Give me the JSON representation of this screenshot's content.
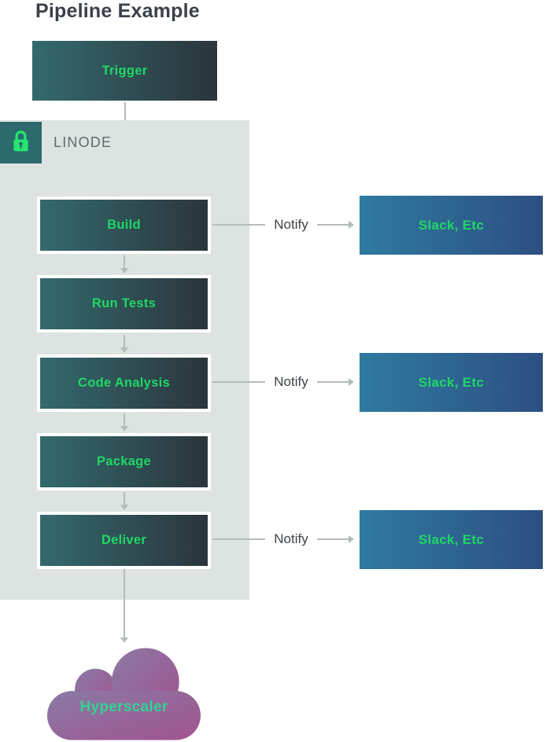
{
  "title": "Pipeline Example",
  "trigger": {
    "label": "Trigger"
  },
  "linode_panel": {
    "label": "LINODE",
    "icon": "lock-icon"
  },
  "stages": [
    {
      "label": "Build"
    },
    {
      "label": "Run Tests"
    },
    {
      "label": "Code Analysis"
    },
    {
      "label": "Package"
    },
    {
      "label": "Deliver"
    }
  ],
  "notify_rows": [
    {
      "label": "Notify",
      "target": "Slack, Etc"
    },
    {
      "label": "Notify",
      "target": "Slack, Etc"
    },
    {
      "label": "Notify",
      "target": "Slack, Etc"
    }
  ],
  "cloud": {
    "label": "Hyperscaler"
  },
  "colors": {
    "title_text": "#3a414a",
    "stage_gradient_start": "#336a6e",
    "stage_gradient_end": "#2b353c",
    "stage_label_green": "#1fd765",
    "slack_gradient_start": "#2f7aa0",
    "slack_gradient_end": "#2d4f82",
    "panel_bg": "#dde3e1",
    "badge_bg": "#2b6a6d",
    "lock_green": "#25e56e",
    "linode_text": "#5f6b70",
    "arrow_gray": "#b4bbbb",
    "notify_text": "#3d4347",
    "cloud_gradient_start": "#8a7aa5",
    "cloud_gradient_end": "#a1538f",
    "cloud_label_green": "#30d492"
  }
}
